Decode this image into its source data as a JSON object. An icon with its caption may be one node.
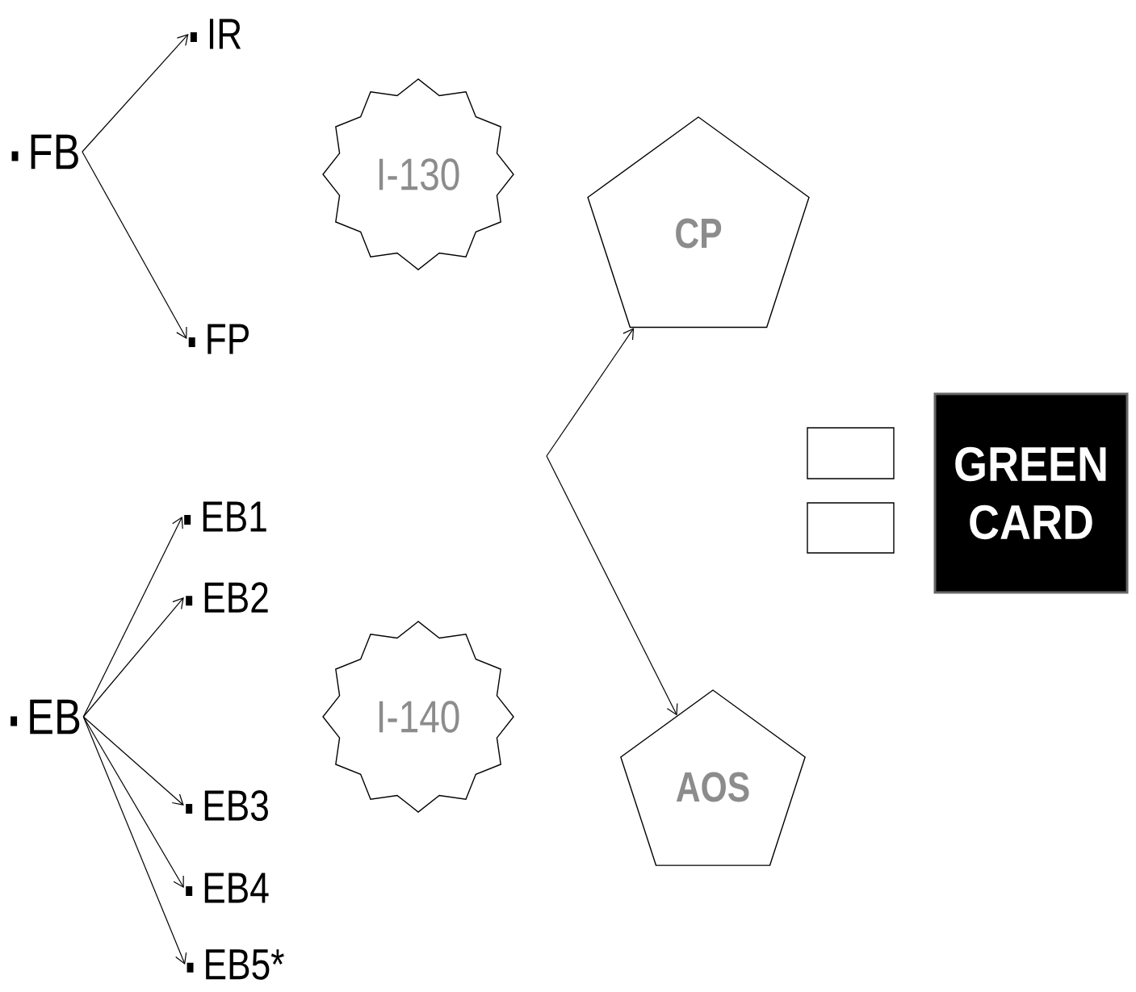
{
  "diagram": {
    "nodes": [
      {
        "text": [
          "FB"
        ]
      },
      {
        "text": [
          "IR"
        ]
      },
      {
        "text": [
          "FP"
        ]
      },
      {
        "text": [
          "EB"
        ]
      },
      {
        "text": [
          "EB1"
        ]
      },
      {
        "text": [
          "EB2"
        ]
      },
      {
        "text": [
          "EB3"
        ]
      },
      {
        "text": [
          "EB4"
        ]
      },
      {
        "text": [
          "EB5*"
        ]
      },
      {
        "text": [
          "I-130"
        ]
      },
      {
        "text": [
          "I-140"
        ]
      },
      {
        "text": [
          "CP"
        ]
      },
      {
        "text": [
          "AOS"
        ]
      },
      {
        "text": [
          "GREEN CARD"
        ]
      }
    ],
    "edges": [
      {
        "from": 0,
        "to": 1,
        "arrow": "to"
      },
      {
        "from": 0,
        "to": 2,
        "arrow": "to"
      },
      {
        "from": 3,
        "to": 4,
        "arrow": "to"
      },
      {
        "from": 3,
        "to": 5,
        "arrow": "to"
      },
      {
        "from": 3,
        "to": 6,
        "arrow": "to"
      },
      {
        "from": 3,
        "to": 7,
        "arrow": "to"
      },
      {
        "from": 3,
        "to": 8,
        "arrow": "to"
      },
      {
        "from": null,
        "to": 11,
        "arrow": "to"
      },
      {
        "from": null,
        "to": 12,
        "arrow": "to"
      }
    ]
  }
}
